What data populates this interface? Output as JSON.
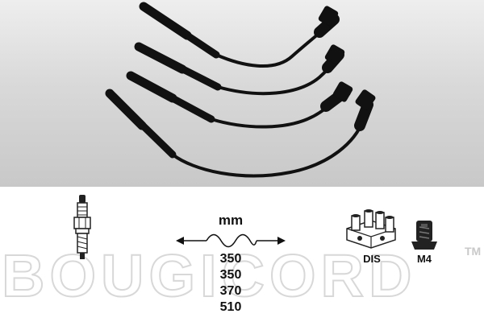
{
  "dimension": {
    "unit": "mm",
    "lengths": [
      "350",
      "350",
      "370",
      "510"
    ]
  },
  "connectors": {
    "coil_label": "DIS",
    "terminal_label": "M4"
  },
  "watermark": {
    "brand": "BOUGICORD",
    "trademark": "TM"
  },
  "icons": {
    "spark_plug": "spark-plug-icon",
    "wave_cable": "wave-cable-icon",
    "coil": "ignition-coil-icon",
    "terminal": "m4-terminal-icon"
  }
}
